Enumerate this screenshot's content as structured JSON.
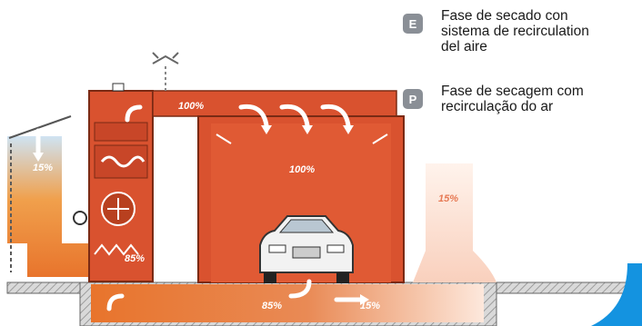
{
  "colors": {
    "booth": "#d9522f",
    "booth_dark": "#b8401f",
    "duct_cool": "#9fc3df",
    "duct_warm": "#ef8a3c",
    "arrow": "#ffffff",
    "badge": "#8a8f96",
    "accent_blue": "#1493e0"
  },
  "legend": [
    {
      "badge": "E",
      "text": "Fase de secado con\nsistema de recirculation\ndel aire"
    },
    {
      "badge": "P",
      "text": "Fase de secagem com\nrecirculação do ar"
    }
  ],
  "diagram_labels": {
    "top_duct": "100%",
    "booth": "100%",
    "left_intake": "15%",
    "generator": "85%",
    "floor_recirc": "85%",
    "floor_exhaust": "15%",
    "chimney": "15%"
  },
  "icons": [
    "fan-icon",
    "car-icon",
    "burner-icon",
    "vent-cap-icon"
  ]
}
